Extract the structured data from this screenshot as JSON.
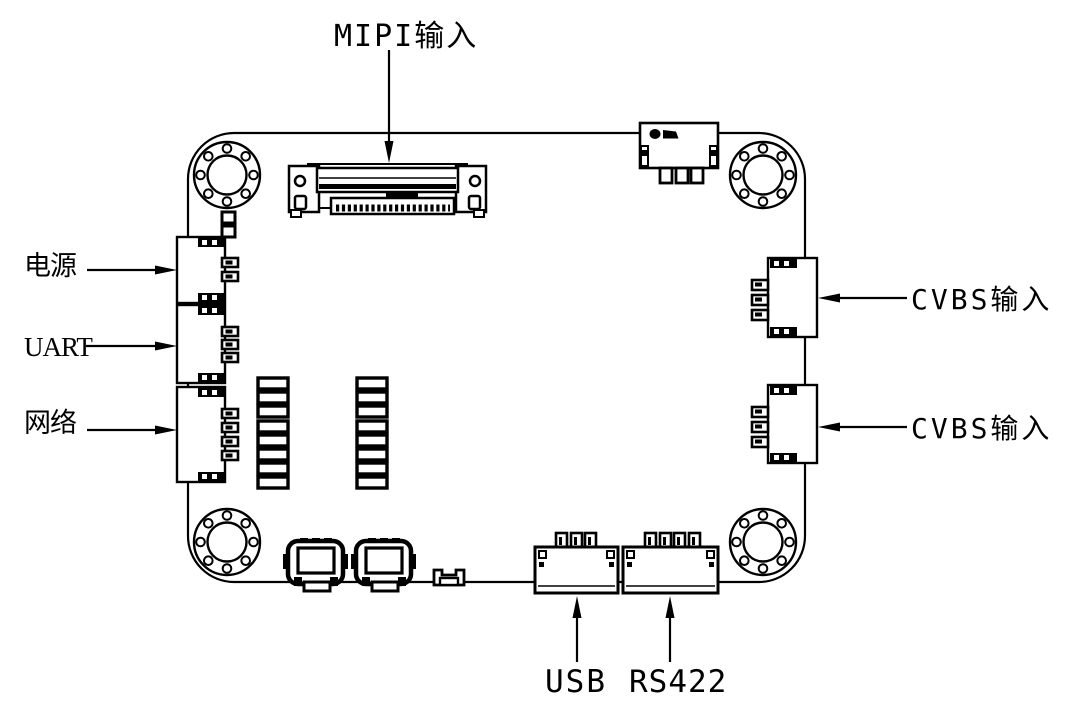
{
  "canvas": {
    "background": "#ffffff",
    "line_color": "#000000"
  },
  "labels": {
    "mipi": "MIPI输入",
    "power": "电源",
    "uart": "UART",
    "network": "网络",
    "cvbs_top": "CVBS输入",
    "cvbs_bottom": "CVBS输入",
    "usb": "USB",
    "rs422": "RS422"
  }
}
